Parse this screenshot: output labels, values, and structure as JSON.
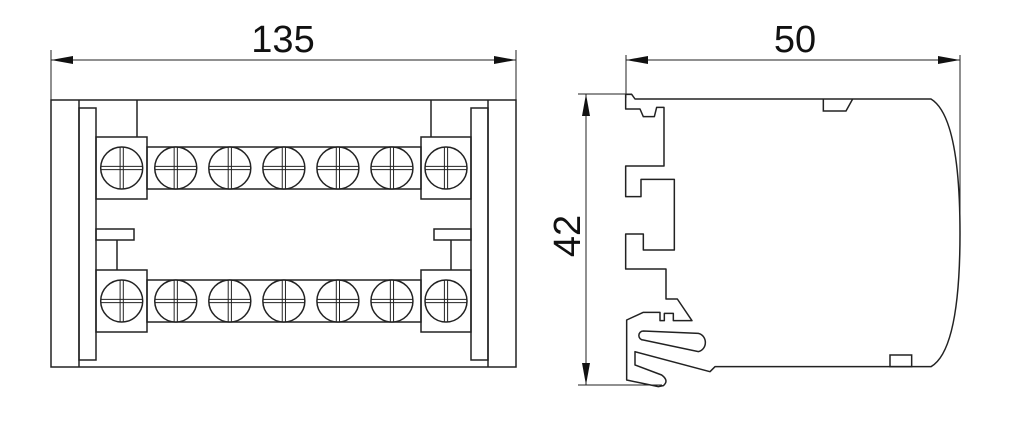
{
  "drawing": {
    "front_view": {
      "width_dimension": "135",
      "screws_per_row": 7,
      "rows": 2
    },
    "side_view": {
      "depth_dimension": "50",
      "height_dimension": "42"
    }
  },
  "colors": {
    "line": "#222222",
    "background": "#ffffff"
  }
}
